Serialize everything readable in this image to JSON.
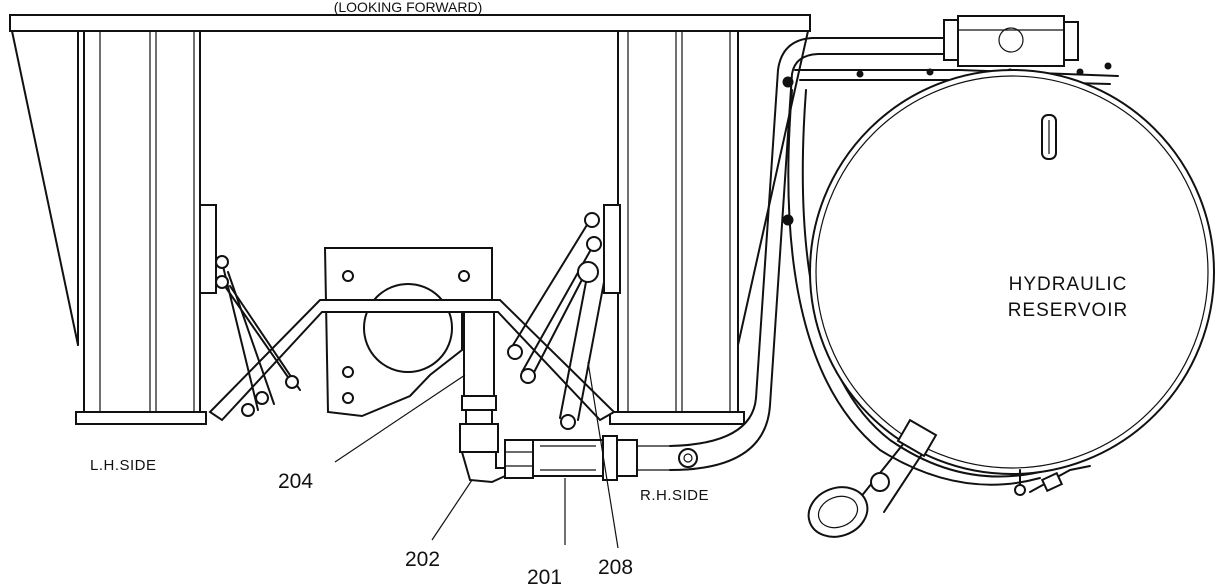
{
  "labels": {
    "looking_forward": "(LOOKING FORWARD)",
    "lh_side": "L.H.SIDE",
    "rh_side": "R.H.SIDE",
    "reservoir_line1": "HYDRAULIC",
    "reservoir_line2": "RESERVOIR"
  },
  "callouts": [
    {
      "id": "204",
      "text": "204"
    },
    {
      "id": "202",
      "text": "202"
    },
    {
      "id": "201",
      "text": "201"
    },
    {
      "id": "208",
      "text": "208"
    }
  ]
}
